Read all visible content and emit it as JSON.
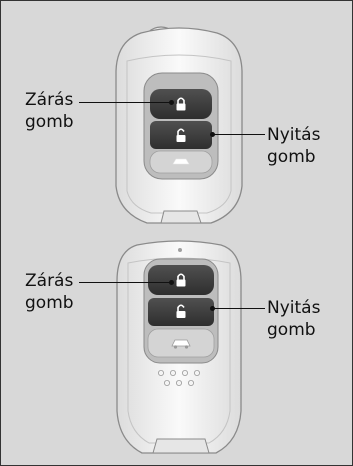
{
  "diagram": {
    "colors": {
      "background": "#d8d8d8",
      "key_body": "#f2f2f2",
      "key_outline": "#8a8a8a",
      "button_dark": "#3c3c3c",
      "button_light": "#d0d0d0",
      "text": "#111111"
    },
    "top_key": {
      "lock_label": [
        "Zárás",
        "gomb"
      ],
      "unlock_label": [
        "Nyitás",
        "gomb"
      ],
      "icons": [
        "lock-closed-icon",
        "lock-open-icon",
        "trunk-icon"
      ]
    },
    "bottom_key": {
      "lock_label": [
        "Zárás",
        "gomb"
      ],
      "unlock_label": [
        "Nyitás",
        "gomb"
      ],
      "icons": [
        "lock-closed-icon",
        "lock-open-icon",
        "trunk-icon"
      ]
    }
  }
}
